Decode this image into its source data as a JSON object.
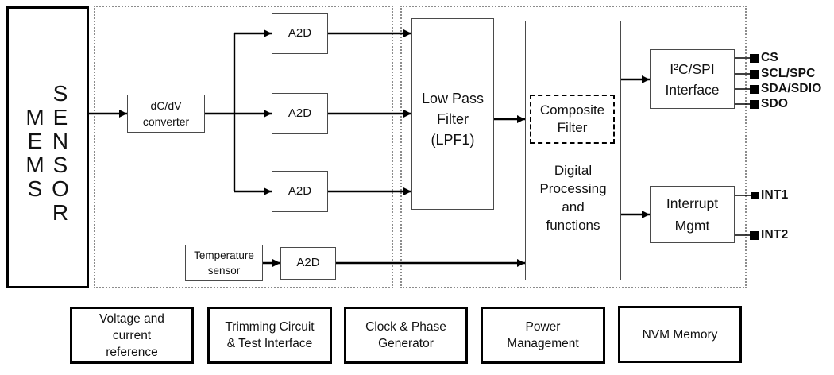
{
  "palette": {
    "line": "#000000",
    "thin_border": "#4a4a4a",
    "thick_border": "#000000",
    "dotted_section_border": "#8c8c8c",
    "text": "#111111",
    "background": "#ffffff"
  },
  "mems": {
    "rows": [
      [
        "",
        "S"
      ],
      [
        "M",
        "E"
      ],
      [
        "E",
        "N"
      ],
      [
        "M",
        "S"
      ],
      [
        "S",
        "O"
      ],
      [
        "",
        "R"
      ]
    ],
    "word_left": "MEMS",
    "word_right": "SENSOR"
  },
  "blocks": {
    "dcdv": {
      "lines": [
        "dC/dV",
        "converter"
      ]
    },
    "a2d": "A2D",
    "temp": {
      "lines": [
        "Temperature",
        "sensor"
      ]
    },
    "lpf": {
      "lines": [
        "Low Pass",
        "Filter",
        "(LPF1)"
      ]
    },
    "composite": {
      "lines": [
        "Composite",
        "Filter"
      ]
    },
    "digital": {
      "lines": [
        "Digital",
        "Processing",
        "and",
        "functions"
      ]
    },
    "i2c": {
      "lines": [
        "I²C/SPI",
        "Interface"
      ]
    },
    "interrupt": {
      "lines": [
        "Interrupt",
        "Mgmt"
      ]
    }
  },
  "pins": {
    "serial": [
      "CS",
      "SCL/SPC",
      "SDA/SDIO",
      "SDO"
    ],
    "interrupt": [
      "INT1",
      "INT2"
    ]
  },
  "bottom_blocks": [
    {
      "lines": [
        "Voltage and",
        "current",
        "reference"
      ]
    },
    {
      "lines": [
        "Trimming Circuit",
        "& Test Interface"
      ]
    },
    {
      "lines": [
        "Clock & Phase",
        "Generator"
      ]
    },
    {
      "lines": [
        "Power",
        "Management"
      ]
    },
    {
      "lines": [
        "NVM Memory"
      ]
    }
  ]
}
